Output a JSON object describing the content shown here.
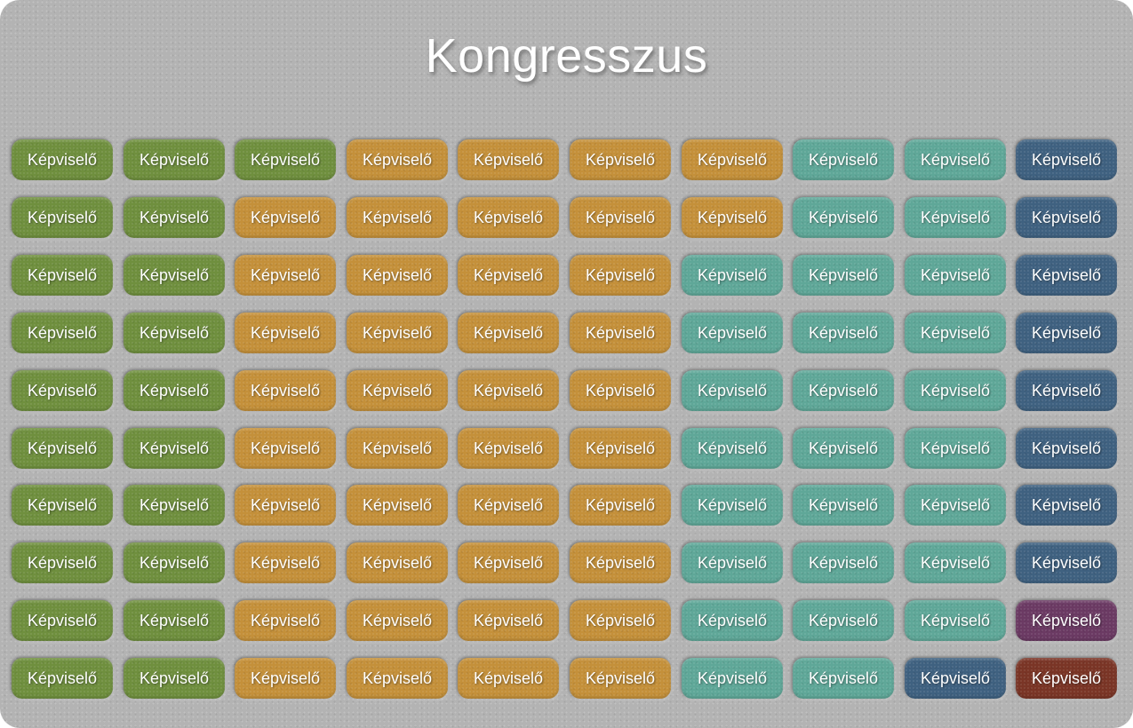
{
  "title": "Kongresszus",
  "seat_label": "Képviselő",
  "colors": {
    "G": "#6f8f3e",
    "O": "#c4903a",
    "T": "#5fa798",
    "B": "#3f6180",
    "P": "#6b3a63",
    "R": "#7a3526"
  },
  "chart_data": {
    "type": "table",
    "rows": [
      [
        "G",
        "G",
        "G",
        "O",
        "O",
        "O",
        "O",
        "T",
        "T",
        "B"
      ],
      [
        "G",
        "G",
        "O",
        "O",
        "O",
        "O",
        "O",
        "T",
        "T",
        "B"
      ],
      [
        "G",
        "G",
        "O",
        "O",
        "O",
        "O",
        "T",
        "T",
        "T",
        "B"
      ],
      [
        "G",
        "G",
        "O",
        "O",
        "O",
        "O",
        "T",
        "T",
        "T",
        "B"
      ],
      [
        "G",
        "G",
        "O",
        "O",
        "O",
        "O",
        "T",
        "T",
        "T",
        "B"
      ],
      [
        "G",
        "G",
        "O",
        "O",
        "O",
        "O",
        "T",
        "T",
        "T",
        "B"
      ],
      [
        "G",
        "G",
        "O",
        "O",
        "O",
        "O",
        "T",
        "T",
        "T",
        "B"
      ],
      [
        "G",
        "G",
        "O",
        "O",
        "O",
        "O",
        "T",
        "T",
        "T",
        "B"
      ],
      [
        "G",
        "G",
        "O",
        "O",
        "O",
        "O",
        "T",
        "T",
        "T",
        "P"
      ],
      [
        "G",
        "G",
        "O",
        "O",
        "O",
        "O",
        "T",
        "T",
        "B",
        "R"
      ]
    ]
  }
}
